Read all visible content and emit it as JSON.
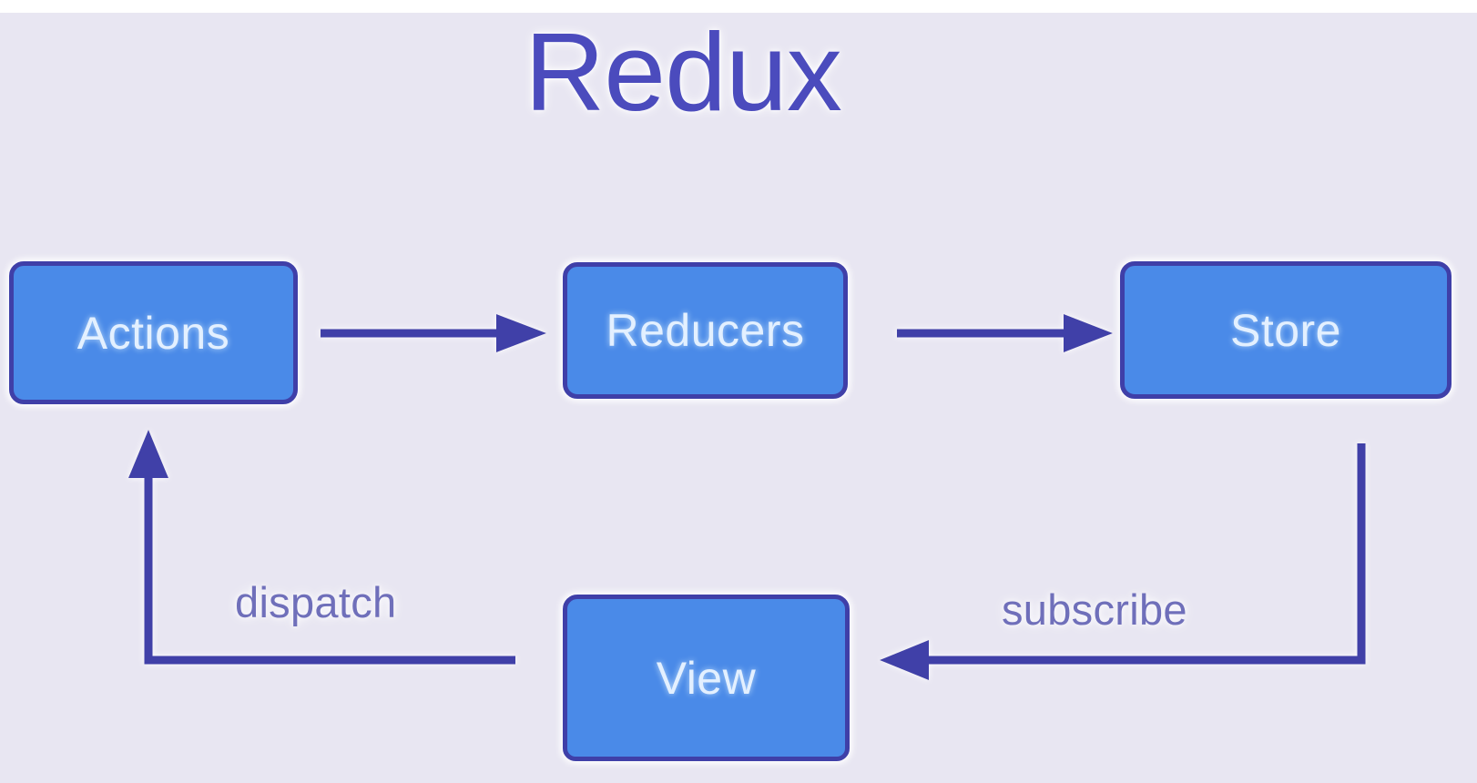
{
  "diagram": {
    "title": "Redux",
    "background_color": "#e8e6f2",
    "title_color": "#4b4bbd",
    "node_fill_color": "#4a8ae8",
    "node_border_color": "#3f3fa8",
    "node_text_color": "#e3f0ff",
    "arrow_color": "#4040a8",
    "edge_label_color": "#6f6fba",
    "nodes": [
      {
        "id": "actions",
        "label": "Actions"
      },
      {
        "id": "reducers",
        "label": "Reducers"
      },
      {
        "id": "store",
        "label": "Store"
      },
      {
        "id": "view",
        "label": "View"
      }
    ],
    "edges": [
      {
        "id": "actions-to-reducers",
        "from": "actions",
        "to": "reducers",
        "label": "",
        "direction": "right"
      },
      {
        "id": "reducers-to-store",
        "from": "reducers",
        "to": "store",
        "label": "",
        "direction": "right"
      },
      {
        "id": "store-to-view",
        "from": "store",
        "to": "view",
        "label": "subscribe",
        "direction": "left"
      },
      {
        "id": "view-to-actions",
        "from": "view",
        "to": "actions",
        "label": "dispatch",
        "direction": "up"
      }
    ],
    "edge_labels": {
      "dispatch": "dispatch",
      "subscribe": "subscribe"
    }
  }
}
